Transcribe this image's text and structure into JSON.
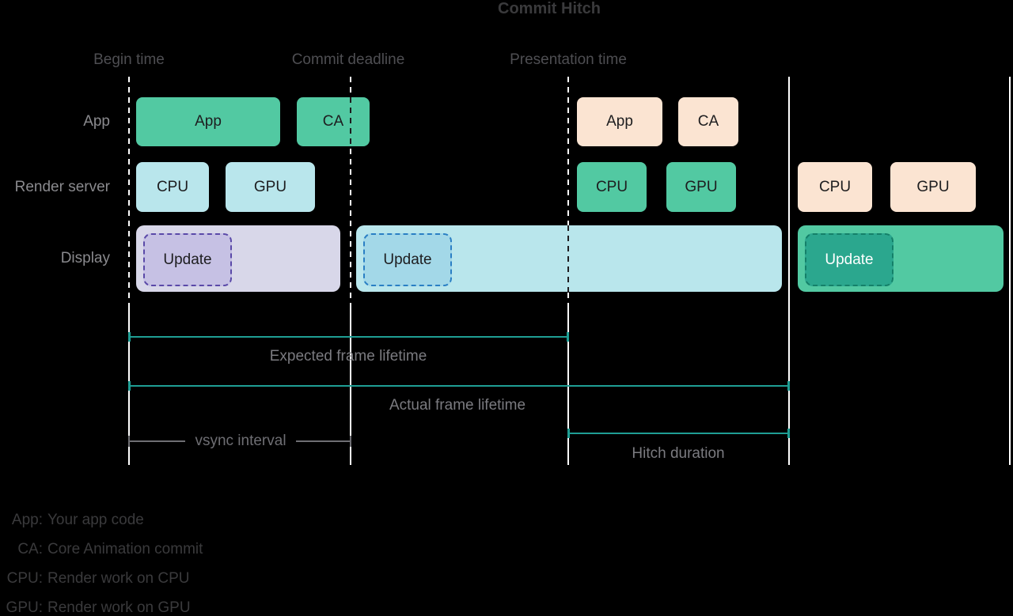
{
  "title": "Commit Hitch",
  "markers": {
    "begin": "Begin time",
    "commit": "Commit deadline",
    "presentation": "Presentation time"
  },
  "rows": {
    "app": "App",
    "render_server": "Render server",
    "display": "Display"
  },
  "group_left": {
    "app": "App",
    "ca": "CA",
    "cpu": "CPU",
    "gpu": "GPU",
    "update": "Update"
  },
  "group_middle": {
    "app": "App",
    "ca": "CA",
    "cpu": "CPU",
    "gpu": "GPU",
    "update": "Update"
  },
  "group_right": {
    "cpu": "CPU",
    "gpu": "GPU",
    "update": "Update"
  },
  "measurements": {
    "expected": "Expected frame lifetime",
    "actual": "Actual frame lifetime",
    "vsync": "vsync interval",
    "hitch": "Hitch duration"
  },
  "legend": {
    "items": [
      {
        "key": "App:",
        "desc": "Your app code"
      },
      {
        "key": "CA:",
        "desc": "Core Animation commit"
      },
      {
        "key": "CPU:",
        "desc": "Render work on CPU"
      },
      {
        "key": "GPU:",
        "desc": "Render work on GPU"
      }
    ]
  },
  "colors": {
    "background": "#000000",
    "work_green": "#52C9A2",
    "work_cyan": "#B9E6EC",
    "work_peach": "#FBE4D2",
    "display_lavender": "#D8D7E9",
    "update_lavender": "#C6C1E4",
    "update_lavender_border": "#5A49A8",
    "update_cyan": "#A3D8E8",
    "update_cyan_border": "#2A7FC4",
    "update_green": "#2BA78E",
    "update_green_border": "#148069",
    "measure_teal": "#1F9E94",
    "timeline_white": "#FFFFFF",
    "label_gray": "#8A8A8E",
    "dim_text": "#3A3A3C"
  }
}
